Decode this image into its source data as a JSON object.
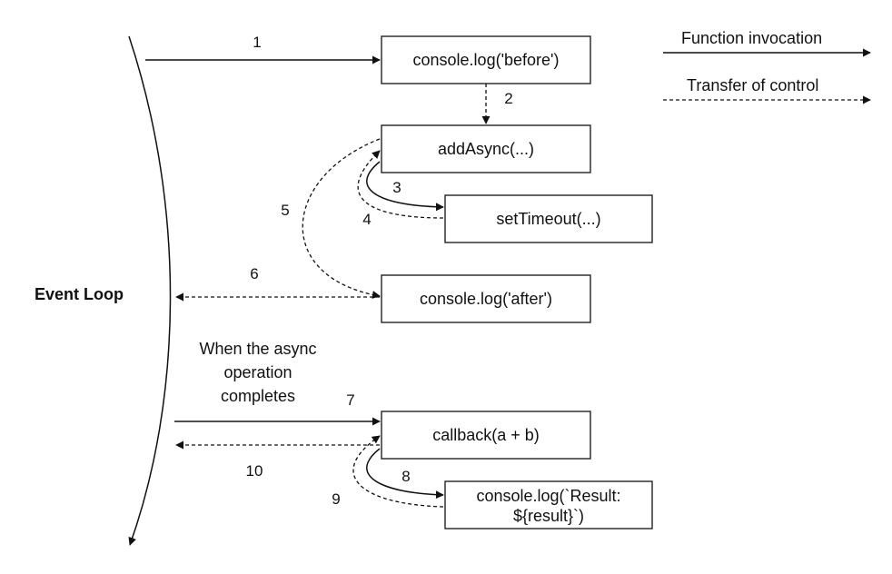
{
  "event_loop": {
    "label": "Event Loop"
  },
  "legend": {
    "function_invocation": "Function invocation",
    "transfer_of_control": "Transfer of control"
  },
  "boxes": {
    "console_log_before": "console.log('before')",
    "add_async": "addAsync(...)",
    "set_timeout": "setTimeout(...)",
    "console_log_after": "console.log('after')",
    "callback": "callback(a + b)",
    "console_log_result_line1": "console.log(`Result:",
    "console_log_result_line2": "${result}`)"
  },
  "async_note": {
    "line1": "When the async",
    "line2": "operation",
    "line3": "completes"
  },
  "steps": {
    "s1": "1",
    "s2": "2",
    "s3": "3",
    "s4": "4",
    "s5": "5",
    "s6": "6",
    "s7": "7",
    "s8": "8",
    "s9": "9",
    "s10": "10"
  }
}
